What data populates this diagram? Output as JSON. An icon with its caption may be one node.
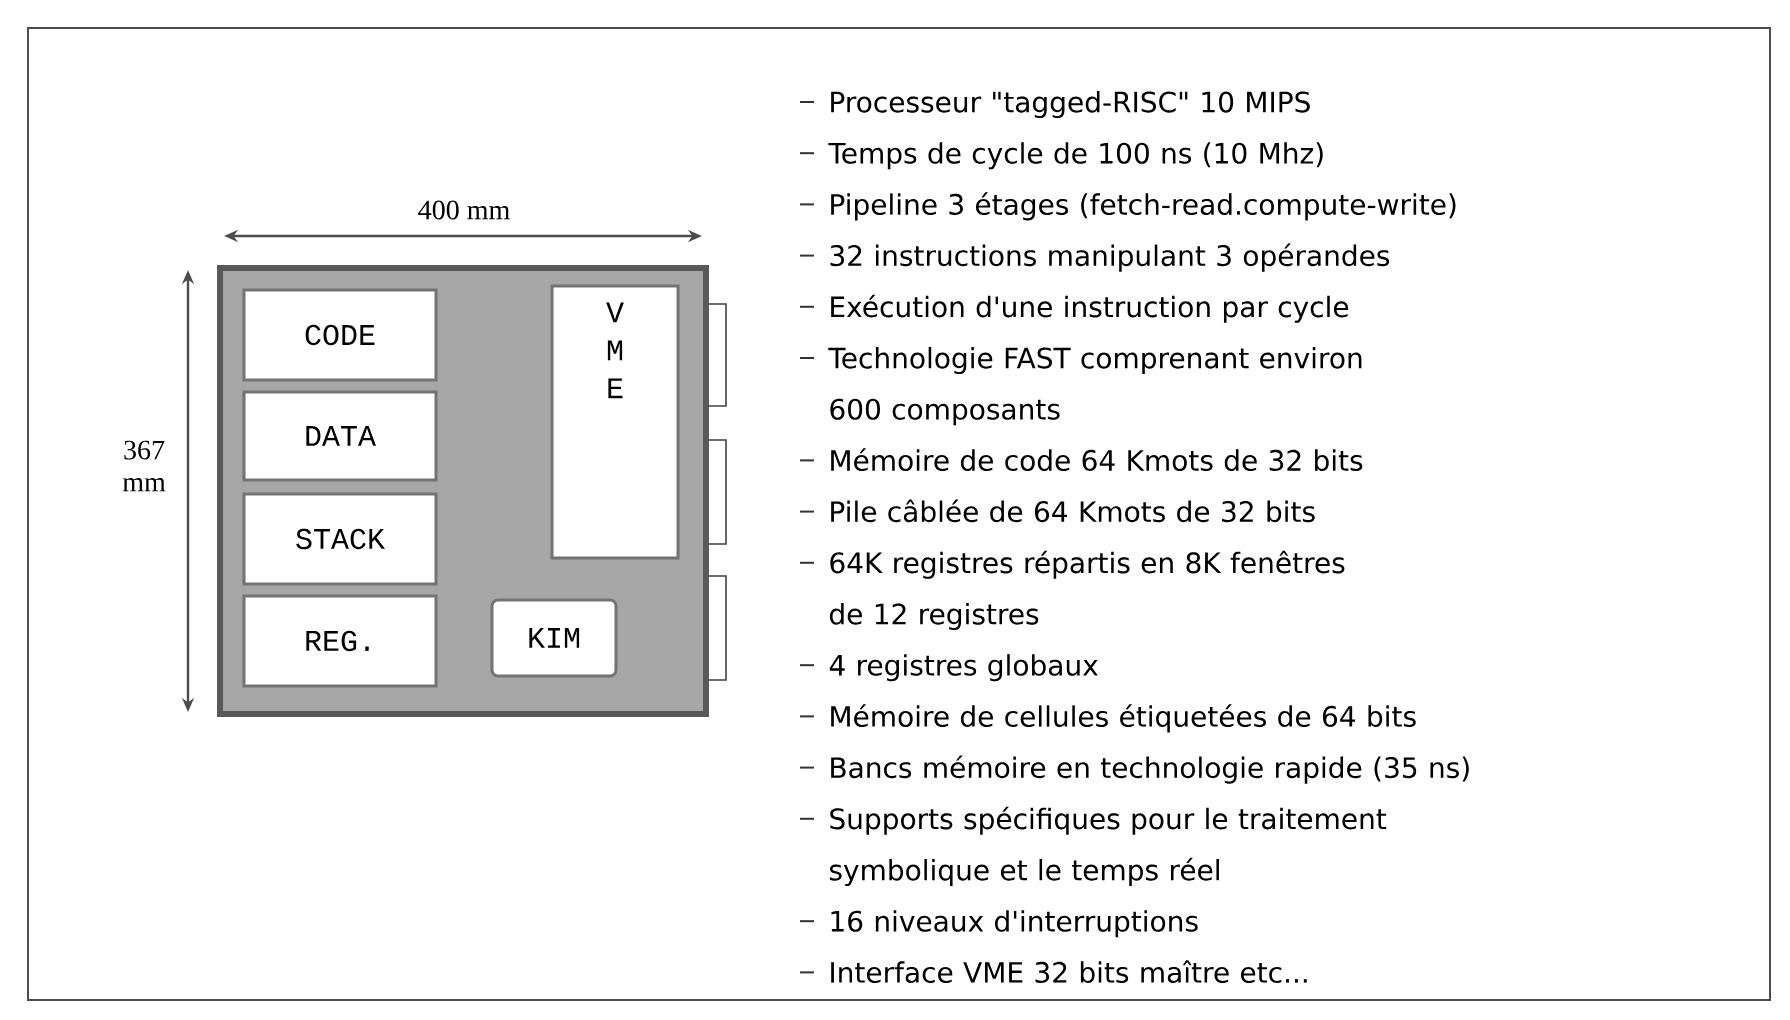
{
  "diagram": {
    "nodes": [
      {
        "text": [],
        "shape": "box"
      },
      {
        "text": [
          "CODE"
        ],
        "in": 0
      },
      {
        "text": [
          "DATA"
        ],
        "in": 0
      },
      {
        "text": [
          "STACK"
        ],
        "in": 0
      },
      {
        "text": [
          "REG."
        ],
        "in": 0
      },
      {
        "text": [
          "V M E"
        ],
        "in": 0
      },
      {
        "text": [
          "KIM"
        ],
        "in": 0
      }
    ],
    "labels": [
      "400 mm",
      "367 mm",
      "Processeur \"tagged-RISC\" 10 MIPS",
      "Temps de cycle de 100 ns (10 Mhz)",
      "Pipeline 3 étages (fetch-read.compute-write)",
      "32 instructions manipulant 3 opérandes",
      "Exécution d'une instruction par cycle",
      "Technologie FAST comprenant environ 600 composants",
      "Mémoire de code 64 Kmots de 32 bits",
      "Pile câblée de 64 Kmots de 32 bits",
      "64K registres répartis en 8K fenêtres de 12 registres",
      "4 registres globaux",
      "Mémoire de cellules étiquetées de 64 bits",
      "Bancs mémoire en technologie rapide (35 ns)",
      "Supports spécifiques pour le traitement symbolique et le temps réel",
      "16 niveaux d'interruptions",
      "Interface VME 32 bits maître etc..."
    ]
  }
}
